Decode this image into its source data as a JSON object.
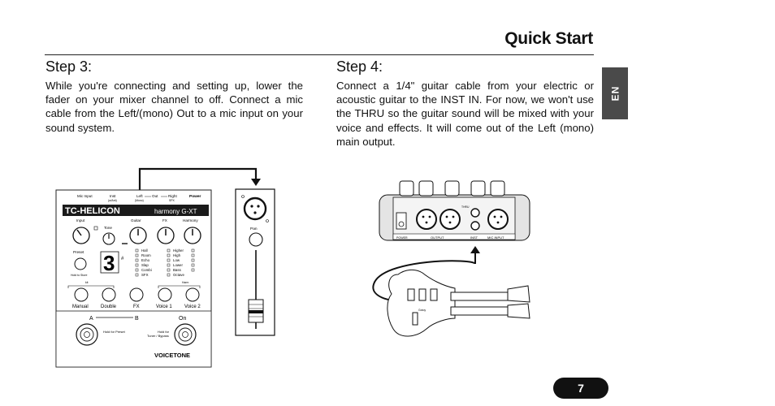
{
  "page": {
    "title": "Quick Start",
    "language_tab": "EN",
    "page_number": "7"
  },
  "step3": {
    "heading": "Step 3:",
    "body": "While you're connecting and setting up, lower the fader on your mixer channel to off. Connect a mic cable from the Left/(mono) Out to a mic input on your sound system."
  },
  "step4": {
    "heading": "Step 4:",
    "body": "Connect a 1/4\" guitar cable from your electric or acoustic guitar to the INST IN. For now, we won't use the THRU so the guitar sound will be mixed with your voice and effects. It will come out of the Left (mono) main output."
  },
  "pedal": {
    "jack_labels": [
      "Mic Input",
      "Inst",
      "Left",
      "Out",
      "Right",
      "Power"
    ],
    "jack_sublabels": [
      "(w/Ant)",
      "(Mono)",
      "SPX"
    ],
    "brand": "TC-HELICON",
    "model": "harmony G-XT",
    "knob_labels": [
      "Input",
      "Tone",
      "Guitar",
      "FX",
      "Harmony"
    ],
    "preset_label": "Preset",
    "hold_label": "Hold to Store",
    "display_digit": "3",
    "fx_list": [
      "Hall",
      "Room",
      "Echo",
      "Slap",
      "Combi",
      "SFX"
    ],
    "harmony_list": [
      "Higher",
      "High",
      "Low",
      "Lower",
      "Bass",
      "Octave"
    ],
    "small_labels": [
      "kit",
      "Harm"
    ],
    "button_labels": [
      "Manual",
      "Double",
      "FX",
      "Voice 1",
      "Voice 2"
    ],
    "footswitch_labels": [
      "A",
      "B",
      "On"
    ],
    "hold_preset": "Hold for Preset",
    "hold_tuner": [
      "Hold for",
      "Tuner / Bypass"
    ],
    "footer_brand": "VOICETONE"
  },
  "mixer": {
    "pan_label": "Pan"
  },
  "rear_panel": {
    "labels": [
      "POWER",
      "OUTPUT",
      "INST",
      "MIC INPUT"
    ],
    "thru_label": "THRU",
    "guitar_label": "Gotoy"
  }
}
